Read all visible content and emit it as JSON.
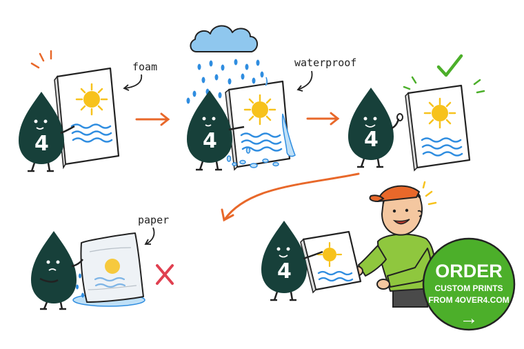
{
  "labels": {
    "foam": "foam",
    "waterproof": "waterproof",
    "paper": "paper"
  },
  "mascot_number": "4",
  "badge": {
    "line1": "ORDER",
    "line2": "CUSTOM PRINTS",
    "line3": "FROM 4OVER4.COM",
    "arrow": "→",
    "color": "#4caf2a"
  },
  "colors": {
    "mascot": "#17403a",
    "accent_orange": "#e8682a",
    "check_green": "#4caf2a",
    "cross_red": "#e04050",
    "sun": "#f7c21c",
    "water": "#2f8de0"
  },
  "icons": [
    "sun-icon",
    "waves-icon",
    "rain-cloud-icon",
    "check-icon",
    "cross-icon",
    "arrow-icon"
  ]
}
